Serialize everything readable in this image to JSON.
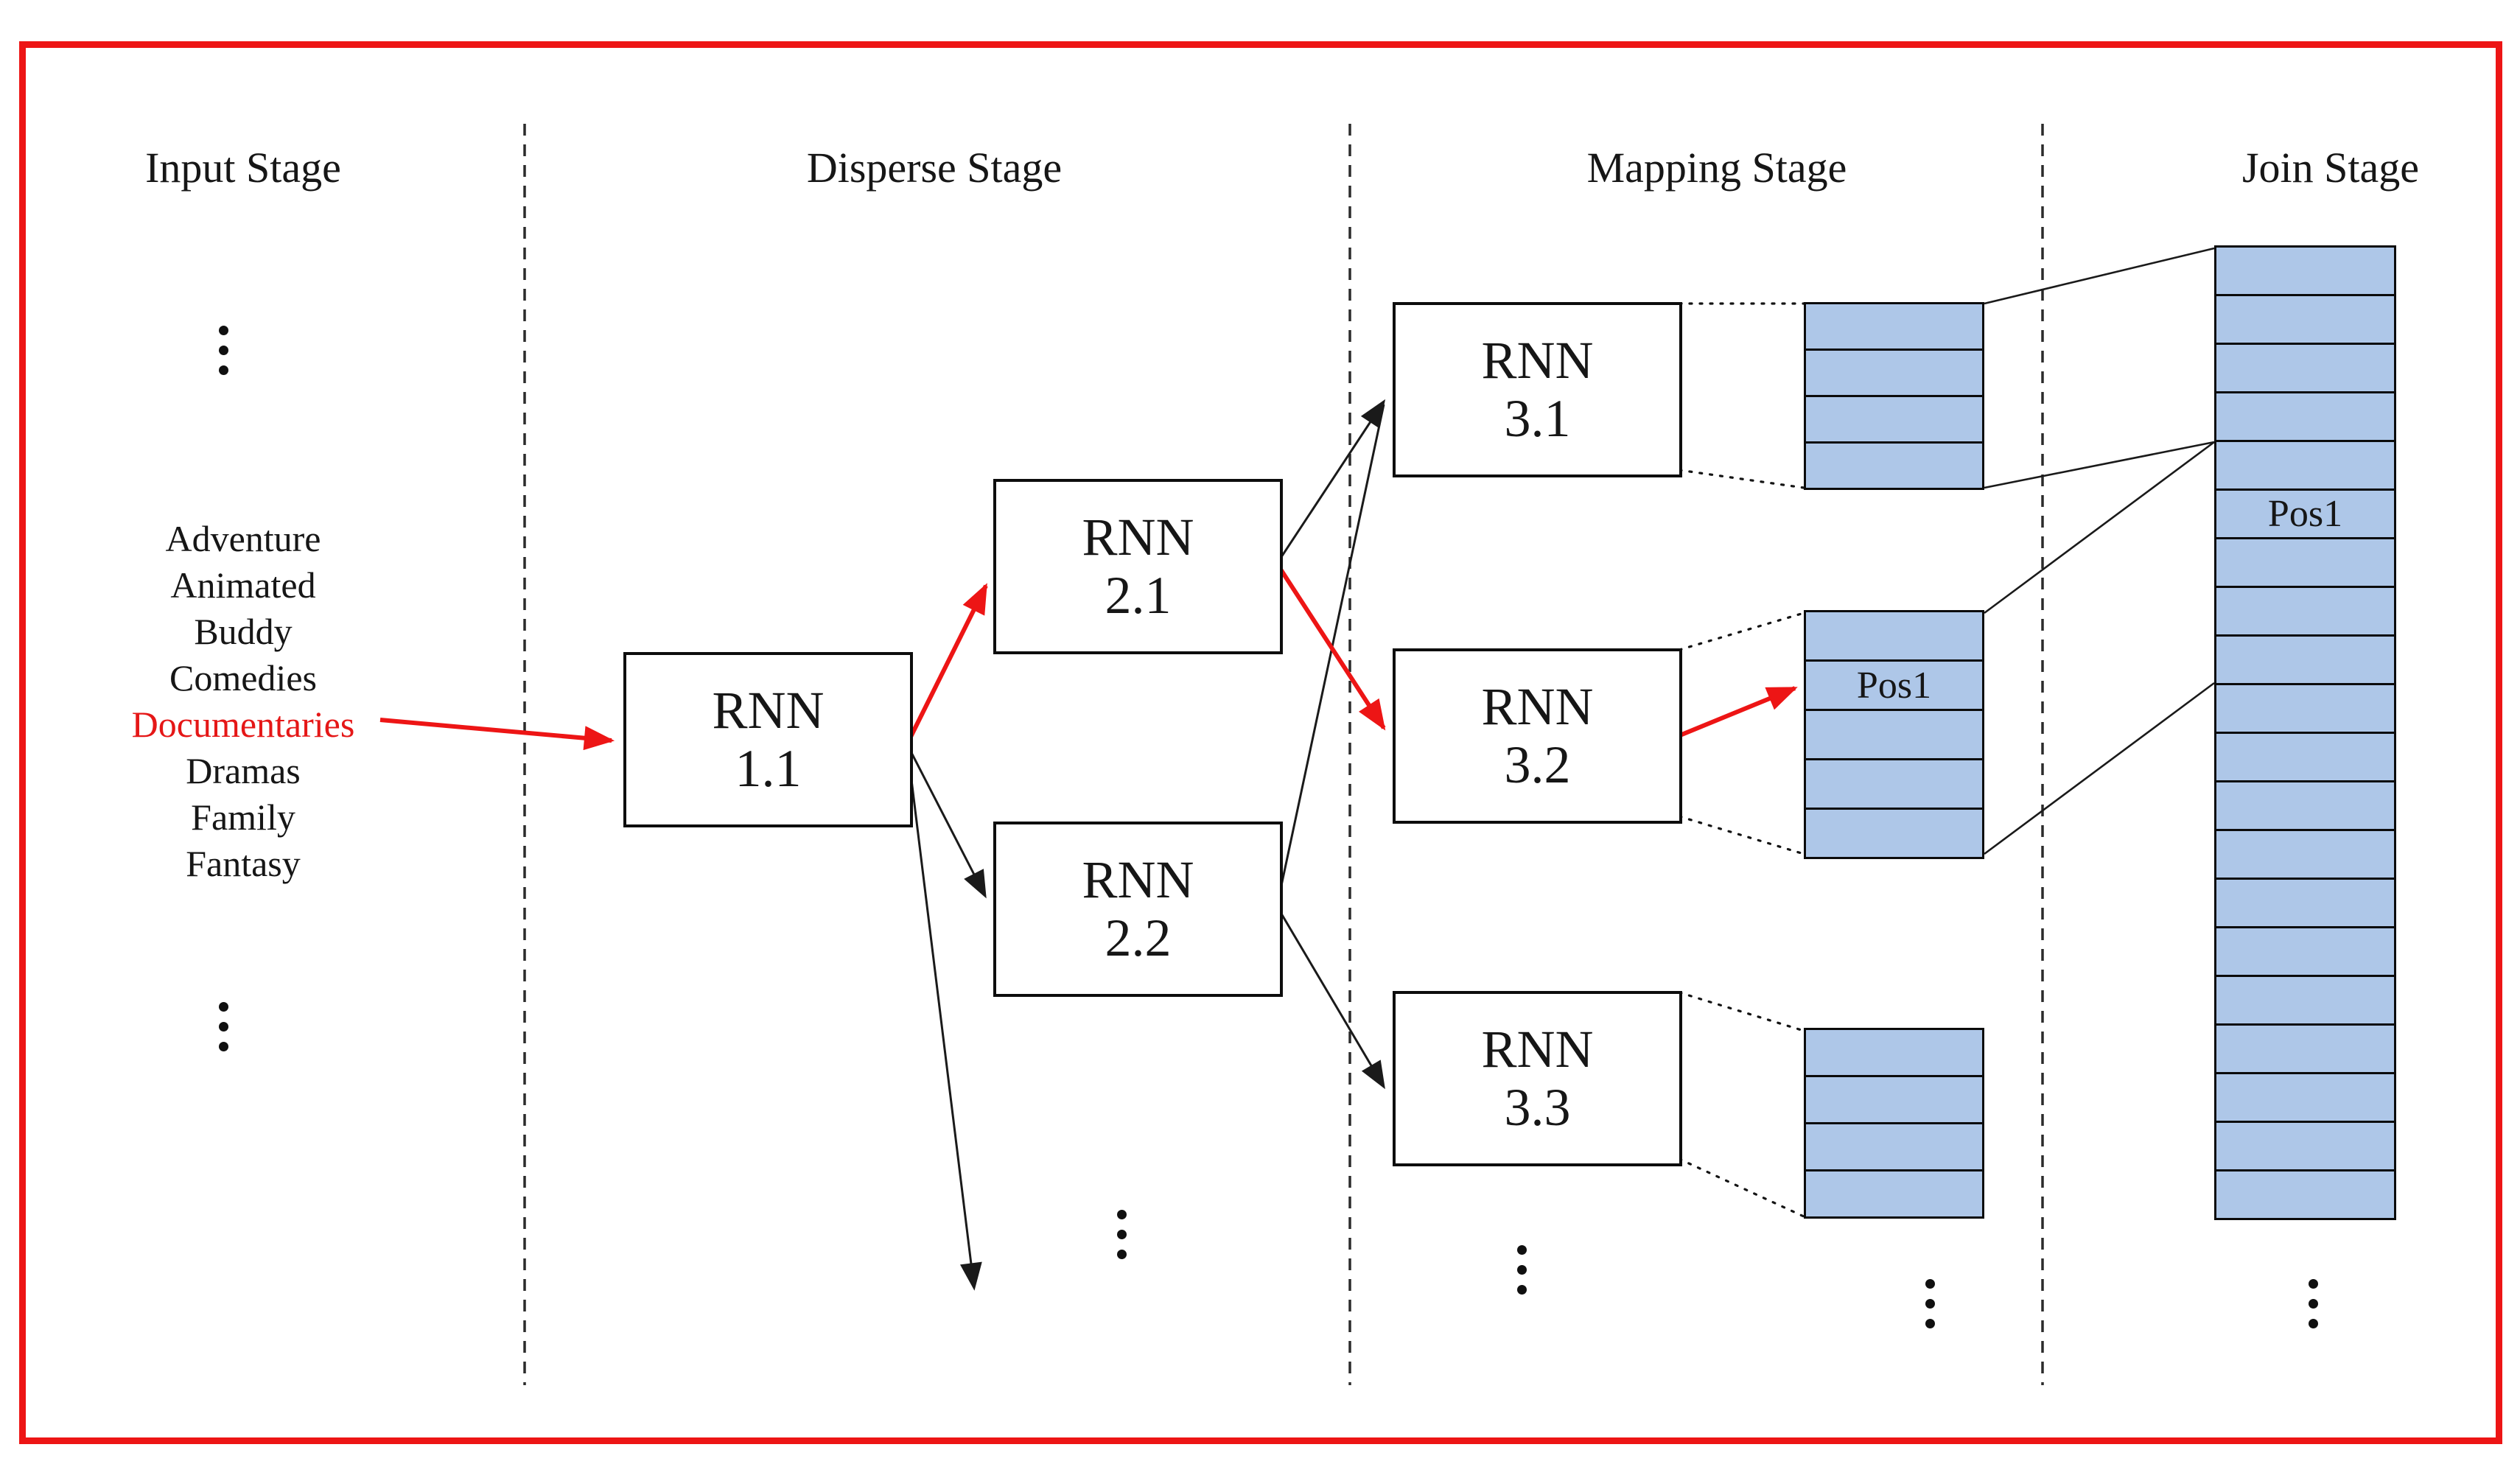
{
  "title": "Dispersed RNN genre-mapping pipeline diagram",
  "colors": {
    "accent_red": "#ed1515",
    "cell_blue_fill": "#aec7e8",
    "line_black": "#1a1a1a",
    "divider_gray": "#2b2b2b"
  },
  "stages": {
    "input": {
      "label": "Input Stage"
    },
    "disperse": {
      "label": "Disperse Stage"
    },
    "mapping": {
      "label": "Mapping Stage"
    },
    "join": {
      "label": "Join Stage"
    }
  },
  "input_stage": {
    "genres": [
      {
        "label": "Adventure",
        "highlighted": false
      },
      {
        "label": "Animated",
        "highlighted": false
      },
      {
        "label": "Buddy",
        "highlighted": false
      },
      {
        "label": "Comedies",
        "highlighted": false
      },
      {
        "label": "Documentaries",
        "highlighted": true
      },
      {
        "label": "Dramas",
        "highlighted": false
      },
      {
        "label": "Family",
        "highlighted": false
      },
      {
        "label": "Fantasy",
        "highlighted": false
      }
    ]
  },
  "rnn_boxes": [
    {
      "line1": "RNN",
      "line2": "1.1"
    },
    {
      "line1": "RNN",
      "line2": "2.1"
    },
    {
      "line1": "RNN",
      "line2": "2.2"
    },
    {
      "line1": "RNN",
      "line2": "3.1"
    },
    {
      "line1": "RNN",
      "line2": "3.2"
    },
    {
      "line1": "RNN",
      "line2": "3.3"
    }
  ],
  "mapping_stage": {
    "stacks": [
      {
        "cells": 4
      },
      {
        "cells": 5,
        "pos_index": 1,
        "pos_label": "Pos1"
      },
      {
        "cells": 4
      }
    ]
  },
  "join_stage": {
    "column": {
      "cells": 20,
      "pos_index": 5,
      "pos_label": "Pos1"
    }
  },
  "icons": {
    "vertical_ellipsis": "more-items-vertical-ellipsis"
  },
  "highlighted_path": [
    "Documentaries",
    "RNN 1.1",
    "RNN 2.1",
    "RNN 3.2",
    "Pos1"
  ]
}
